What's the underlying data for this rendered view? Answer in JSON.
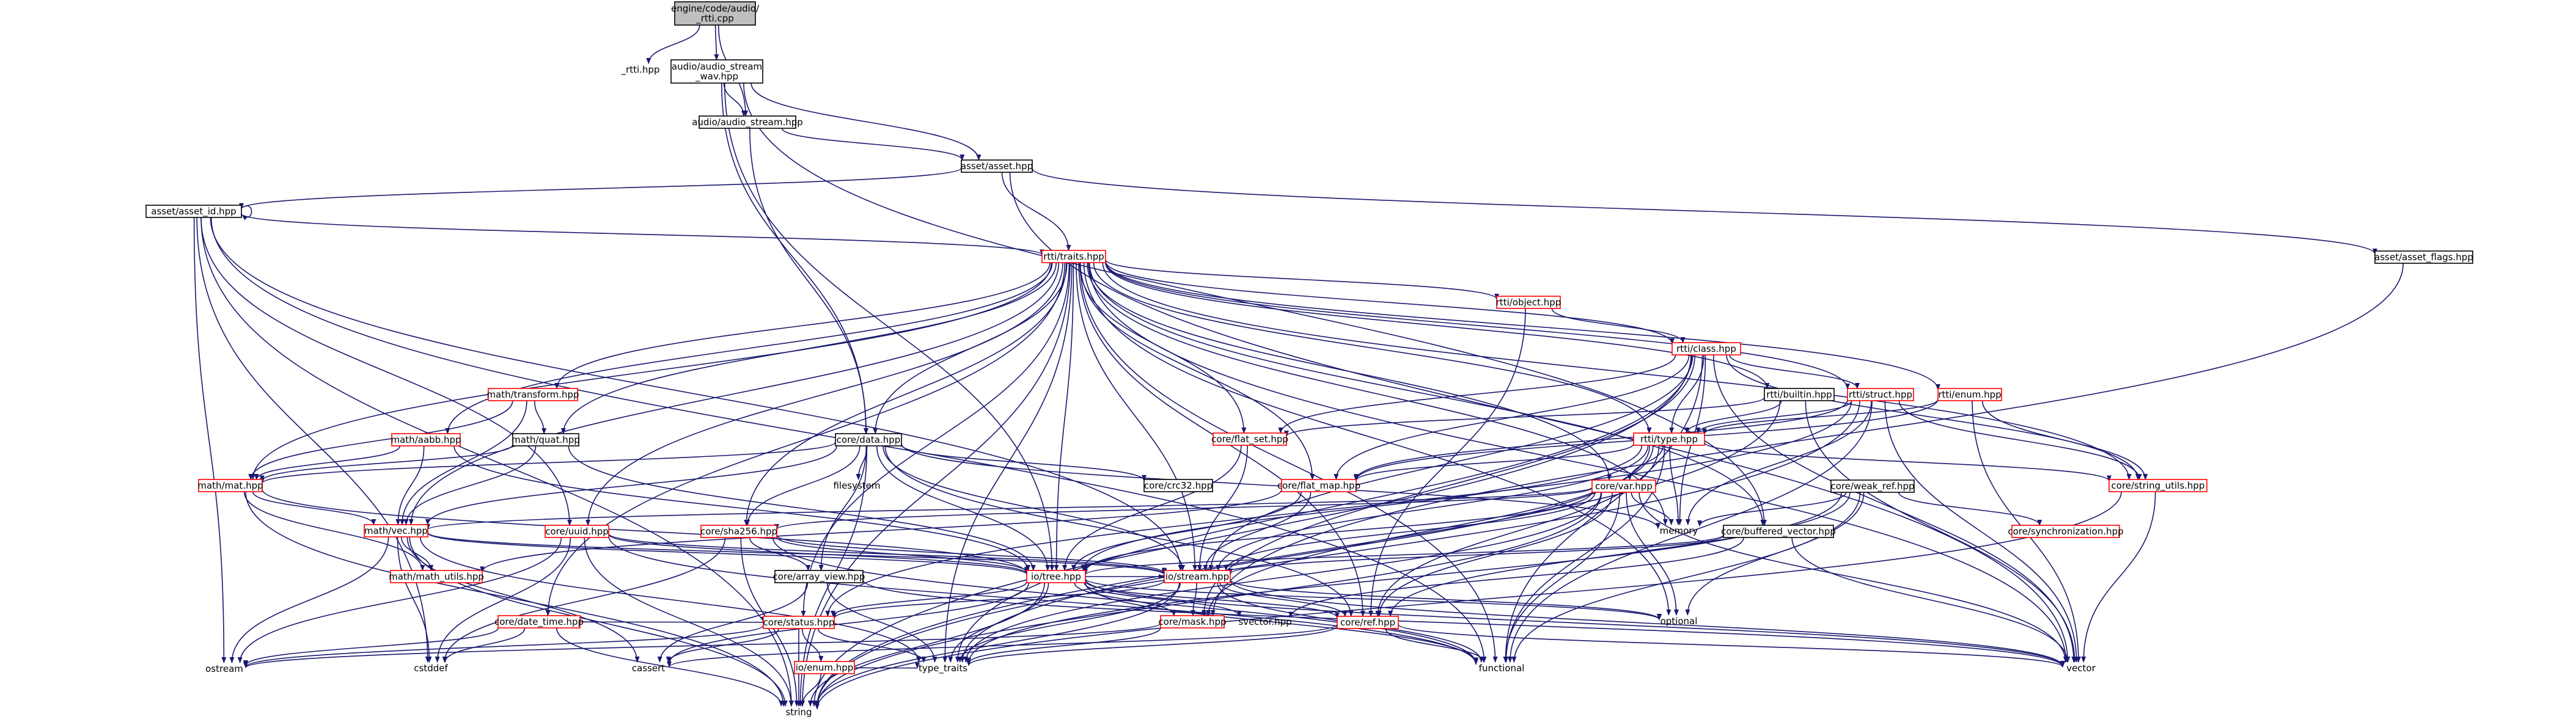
{
  "graph": {
    "colors": {
      "edge": "#191970",
      "node_border": "#000000",
      "link_border": "#ff0000",
      "root_fill": "#bfbfbf",
      "node_fill": "#ffffff",
      "text": "#000000"
    },
    "nodes": [
      {
        "id": "root",
        "label": "engine/code/audio/_rtti.cpp",
        "lines": [
          "engine/code/audio/",
          "_rtti.cpp"
        ],
        "style": "root"
      },
      {
        "id": "rtti_hpp",
        "label": "_rtti.hpp",
        "style": "plain"
      },
      {
        "id": "stream_wav",
        "label": "audio/audio_stream_wav.hpp",
        "lines": [
          "audio/audio_stream",
          "_wav.hpp"
        ],
        "style": "normal"
      },
      {
        "id": "audio_stream",
        "label": "audio/audio_stream.hpp",
        "style": "normal"
      },
      {
        "id": "asset",
        "label": "asset/asset.hpp",
        "style": "normal"
      },
      {
        "id": "asset_id",
        "label": "asset/asset_id.hpp",
        "style": "normal"
      },
      {
        "id": "asset_flags",
        "label": "asset/asset_flags.hpp",
        "style": "normal"
      },
      {
        "id": "traits",
        "label": "rtti/traits.hpp",
        "style": "link"
      },
      {
        "id": "object",
        "label": "rtti/object.hpp",
        "style": "link"
      },
      {
        "id": "class",
        "label": "rtti/class.hpp",
        "style": "link"
      },
      {
        "id": "builtin",
        "label": "rtti/builtin.hpp",
        "style": "normal"
      },
      {
        "id": "struct",
        "label": "rtti/struct.hpp",
        "style": "link"
      },
      {
        "id": "enum",
        "label": "rtti/enum.hpp",
        "style": "link"
      },
      {
        "id": "type",
        "label": "rtti/type.hpp",
        "style": "link"
      },
      {
        "id": "var",
        "label": "core/var.hpp",
        "style": "link"
      },
      {
        "id": "transform",
        "label": "math/transform.hpp",
        "style": "link"
      },
      {
        "id": "quat",
        "label": "math/quat.hpp",
        "style": "normal"
      },
      {
        "id": "aabb",
        "label": "math/aabb.hpp",
        "style": "link"
      },
      {
        "id": "mat",
        "label": "math/mat.hpp",
        "style": "link"
      },
      {
        "id": "vec",
        "label": "math/vec.hpp",
        "style": "link"
      },
      {
        "id": "math_utils",
        "label": "math/math_utils.hpp",
        "style": "link"
      },
      {
        "id": "data",
        "label": "core/data.hpp",
        "style": "normal"
      },
      {
        "id": "filesystem",
        "label": "filesystem",
        "style": "plain"
      },
      {
        "id": "crc32",
        "label": "core/crc32.hpp",
        "style": "normal"
      },
      {
        "id": "flat_set",
        "label": "core/flat_set.hpp",
        "style": "link"
      },
      {
        "id": "flat_map",
        "label": "core/flat_map.hpp",
        "style": "link"
      },
      {
        "id": "sha256",
        "label": "core/sha256.hpp",
        "style": "link"
      },
      {
        "id": "uuid",
        "label": "core/uuid.hpp",
        "style": "link"
      },
      {
        "id": "weak_ref",
        "label": "core/weak_ref.hpp",
        "style": "normal"
      },
      {
        "id": "synchronization",
        "label": "core/synchronization.hpp",
        "style": "link"
      },
      {
        "id": "buffered_vector",
        "label": "core/buffered_vector.hpp",
        "style": "normal"
      },
      {
        "id": "string_utils",
        "label": "core/string_utils.hpp",
        "style": "link"
      },
      {
        "id": "memory",
        "label": "memory",
        "style": "plain"
      },
      {
        "id": "array_view",
        "label": "core/array_view.hpp",
        "style": "normal"
      },
      {
        "id": "io_tree",
        "label": "io/tree.hpp",
        "style": "link"
      },
      {
        "id": "io_stream",
        "label": "io/stream.hpp",
        "style": "link"
      },
      {
        "id": "optional",
        "label": "optional",
        "style": "plain"
      },
      {
        "id": "svector",
        "label": "svector.hpp",
        "style": "plain"
      },
      {
        "id": "mask",
        "label": "core/mask.hpp",
        "style": "link"
      },
      {
        "id": "ref",
        "label": "core/ref.hpp",
        "style": "link"
      },
      {
        "id": "date_time",
        "label": "core/date_time.hpp",
        "style": "link"
      },
      {
        "id": "status",
        "label": "core/status.hpp",
        "style": "link"
      },
      {
        "id": "io_enum",
        "label": "io/enum.hpp",
        "style": "link"
      },
      {
        "id": "ostream",
        "label": "ostream",
        "style": "plain"
      },
      {
        "id": "cstddef",
        "label": "cstddef",
        "style": "plain"
      },
      {
        "id": "cassert",
        "label": "cassert",
        "style": "plain"
      },
      {
        "id": "type_traits",
        "label": "type_traits",
        "style": "plain"
      },
      {
        "id": "functional",
        "label": "functional",
        "style": "plain"
      },
      {
        "id": "vector",
        "label": "vector",
        "style": "plain"
      },
      {
        "id": "string",
        "label": "string",
        "style": "plain"
      }
    ],
    "edges": [
      [
        "root",
        "rtti_hpp"
      ],
      [
        "root",
        "stream_wav"
      ],
      [
        "root",
        "audio_stream"
      ],
      [
        "stream_wav",
        "audio_stream"
      ],
      [
        "stream_wav",
        "asset"
      ],
      [
        "stream_wav",
        "data"
      ],
      [
        "stream_wav",
        "io_tree"
      ],
      [
        "stream_wav",
        "buffered_vector"
      ],
      [
        "audio_stream",
        "asset"
      ],
      [
        "audio_stream",
        "data"
      ],
      [
        "asset",
        "asset_id"
      ],
      [
        "asset",
        "traits"
      ],
      [
        "asset",
        "asset_flags"
      ],
      [
        "asset",
        "vector"
      ],
      [
        "asset_id",
        "asset_id"
      ],
      [
        "asset_id",
        "traits"
      ],
      [
        "asset_id",
        "uuid"
      ],
      [
        "asset_id",
        "ostream"
      ],
      [
        "asset_id",
        "cstddef"
      ],
      [
        "asset_id",
        "string"
      ],
      [
        "asset_id",
        "functional"
      ],
      [
        "asset_id",
        "io_stream"
      ],
      [
        "asset_flags",
        "mask"
      ],
      [
        "traits",
        "object"
      ],
      [
        "traits",
        "class"
      ],
      [
        "traits",
        "builtin"
      ],
      [
        "traits",
        "struct"
      ],
      [
        "traits",
        "enum"
      ],
      [
        "traits",
        "type"
      ],
      [
        "traits",
        "var"
      ],
      [
        "traits",
        "transform"
      ],
      [
        "traits",
        "quat"
      ],
      [
        "traits",
        "aabb"
      ],
      [
        "traits",
        "mat"
      ],
      [
        "traits",
        "vec"
      ],
      [
        "traits",
        "data"
      ],
      [
        "traits",
        "flat_set"
      ],
      [
        "traits",
        "flat_map"
      ],
      [
        "traits",
        "sha256"
      ],
      [
        "traits",
        "uuid"
      ],
      [
        "traits",
        "io_tree"
      ],
      [
        "traits",
        "io_stream"
      ],
      [
        "traits",
        "date_time"
      ],
      [
        "traits",
        "string_utils"
      ],
      [
        "traits",
        "buffered_vector"
      ],
      [
        "traits",
        "type_traits"
      ],
      [
        "traits",
        "vector"
      ],
      [
        "traits",
        "string"
      ],
      [
        "traits",
        "optional"
      ],
      [
        "traits",
        "functional"
      ],
      [
        "traits",
        "memory"
      ],
      [
        "traits",
        "status"
      ],
      [
        "traits",
        "ref"
      ],
      [
        "object",
        "class"
      ],
      [
        "object",
        "ref"
      ],
      [
        "class",
        "struct"
      ],
      [
        "class",
        "type"
      ],
      [
        "class",
        "flat_set"
      ],
      [
        "class",
        "flat_map"
      ],
      [
        "class",
        "string_utils"
      ],
      [
        "class",
        "memory"
      ],
      [
        "class",
        "vector"
      ],
      [
        "class",
        "functional"
      ],
      [
        "class",
        "string"
      ],
      [
        "class",
        "type_traits"
      ],
      [
        "class",
        "io_stream"
      ],
      [
        "class",
        "mask"
      ],
      [
        "builtin",
        "type"
      ],
      [
        "builtin",
        "string"
      ],
      [
        "builtin",
        "vector"
      ],
      [
        "builtin",
        "flat_set"
      ],
      [
        "struct",
        "type"
      ],
      [
        "struct",
        "string_utils"
      ],
      [
        "struct",
        "flat_map"
      ],
      [
        "struct",
        "vector"
      ],
      [
        "struct",
        "functional"
      ],
      [
        "struct",
        "memory"
      ],
      [
        "struct",
        "string"
      ],
      [
        "struct",
        "status"
      ],
      [
        "enum",
        "type"
      ],
      [
        "enum",
        "string_utils"
      ],
      [
        "enum",
        "flat_map"
      ],
      [
        "enum",
        "vector"
      ],
      [
        "type",
        "var"
      ],
      [
        "type",
        "flat_map"
      ],
      [
        "type",
        "string_utils"
      ],
      [
        "type",
        "io_tree"
      ],
      [
        "type",
        "io_stream"
      ],
      [
        "type",
        "ref"
      ],
      [
        "type",
        "mask"
      ],
      [
        "type",
        "memory"
      ],
      [
        "type",
        "functional"
      ],
      [
        "type",
        "type_traits"
      ],
      [
        "var",
        "vec"
      ],
      [
        "var",
        "sha256"
      ],
      [
        "var",
        "io_tree"
      ],
      [
        "var",
        "io_stream"
      ],
      [
        "var",
        "ref"
      ],
      [
        "var",
        "memory"
      ],
      [
        "var",
        "optional"
      ],
      [
        "var",
        "functional"
      ],
      [
        "var",
        "string"
      ],
      [
        "var",
        "vector"
      ],
      [
        "var",
        "type_traits"
      ],
      [
        "transform",
        "quat"
      ],
      [
        "transform",
        "vec"
      ],
      [
        "transform",
        "mat"
      ],
      [
        "quat",
        "vec"
      ],
      [
        "quat",
        "mat"
      ],
      [
        "quat",
        "io_tree"
      ],
      [
        "aabb",
        "vec"
      ],
      [
        "aabb",
        "mat"
      ],
      [
        "aabb",
        "io_tree"
      ],
      [
        "mat",
        "vec"
      ],
      [
        "mat",
        "math_utils"
      ],
      [
        "mat",
        "string"
      ],
      [
        "mat",
        "io_tree"
      ],
      [
        "vec",
        "math_utils"
      ],
      [
        "vec",
        "io_tree"
      ],
      [
        "vec",
        "io_stream"
      ],
      [
        "vec",
        "ostream"
      ],
      [
        "vec",
        "cstddef"
      ],
      [
        "vec",
        "cassert"
      ],
      [
        "vec",
        "type_traits"
      ],
      [
        "vec",
        "string"
      ],
      [
        "data",
        "filesystem"
      ],
      [
        "data",
        "crc32"
      ],
      [
        "data",
        "sha256"
      ],
      [
        "data",
        "array_view"
      ],
      [
        "data",
        "io_tree"
      ],
      [
        "data",
        "io_stream"
      ],
      [
        "data",
        "vec"
      ],
      [
        "data",
        "ref"
      ],
      [
        "data",
        "mat"
      ],
      [
        "data",
        "memory"
      ],
      [
        "data",
        "string"
      ],
      [
        "flat_set",
        "io_tree"
      ],
      [
        "flat_set",
        "io_stream"
      ],
      [
        "flat_map",
        "io_tree"
      ],
      [
        "flat_map",
        "io_stream"
      ],
      [
        "flat_map",
        "math_utils"
      ],
      [
        "sha256",
        "io_tree"
      ],
      [
        "sha256",
        "io_stream"
      ],
      [
        "sha256",
        "array_view"
      ],
      [
        "sha256",
        "cstddef"
      ],
      [
        "sha256",
        "string"
      ],
      [
        "sha256",
        "functional"
      ],
      [
        "uuid",
        "io_tree"
      ],
      [
        "uuid",
        "io_stream"
      ],
      [
        "uuid",
        "ostream"
      ],
      [
        "uuid",
        "cstddef"
      ],
      [
        "uuid",
        "string"
      ],
      [
        "uuid",
        "functional"
      ],
      [
        "weak_ref",
        "synchronization"
      ],
      [
        "weak_ref",
        "memory"
      ],
      [
        "weak_ref",
        "ref"
      ],
      [
        "weak_ref",
        "functional"
      ],
      [
        "weak_ref",
        "type_traits"
      ],
      [
        "weak_ref",
        "optional"
      ],
      [
        "buffered_vector",
        "io_tree"
      ],
      [
        "buffered_vector",
        "io_stream"
      ],
      [
        "buffered_vector",
        "vector"
      ],
      [
        "buffered_vector",
        "svector"
      ],
      [
        "string_utils",
        "vector"
      ],
      [
        "string_utils",
        "string"
      ],
      [
        "array_view",
        "vector"
      ],
      [
        "array_view",
        "cassert"
      ],
      [
        "array_view",
        "type_traits"
      ],
      [
        "io_tree",
        "io_stream"
      ],
      [
        "io_tree",
        "mask"
      ],
      [
        "io_tree",
        "status"
      ],
      [
        "io_tree",
        "svector"
      ],
      [
        "io_tree",
        "ref"
      ],
      [
        "io_tree",
        "optional"
      ],
      [
        "io_tree",
        "string"
      ],
      [
        "io_tree",
        "cassert"
      ],
      [
        "io_tree",
        "type_traits"
      ],
      [
        "io_tree",
        "vector"
      ],
      [
        "io_tree",
        "functional"
      ],
      [
        "io_stream",
        "mask"
      ],
      [
        "io_stream",
        "ref"
      ],
      [
        "io_stream",
        "status"
      ],
      [
        "io_stream",
        "optional"
      ],
      [
        "io_stream",
        "vector"
      ],
      [
        "io_stream",
        "functional"
      ],
      [
        "io_stream",
        "type_traits"
      ],
      [
        "io_stream",
        "string"
      ],
      [
        "mask",
        "type_traits"
      ],
      [
        "mask",
        "ostream"
      ],
      [
        "ref",
        "functional"
      ],
      [
        "ref",
        "type_traits"
      ],
      [
        "ref",
        "vector"
      ],
      [
        "ref",
        "cassert"
      ],
      [
        "date_time",
        "status"
      ],
      [
        "date_time",
        "ostream"
      ],
      [
        "date_time",
        "cstddef"
      ],
      [
        "date_time",
        "string"
      ],
      [
        "status",
        "io_enum"
      ],
      [
        "status",
        "string"
      ],
      [
        "status",
        "type_traits"
      ],
      [
        "status",
        "ostream"
      ],
      [
        "status",
        "cassert"
      ],
      [
        "io_enum",
        "type_traits"
      ],
      [
        "io_enum",
        "string"
      ]
    ]
  }
}
